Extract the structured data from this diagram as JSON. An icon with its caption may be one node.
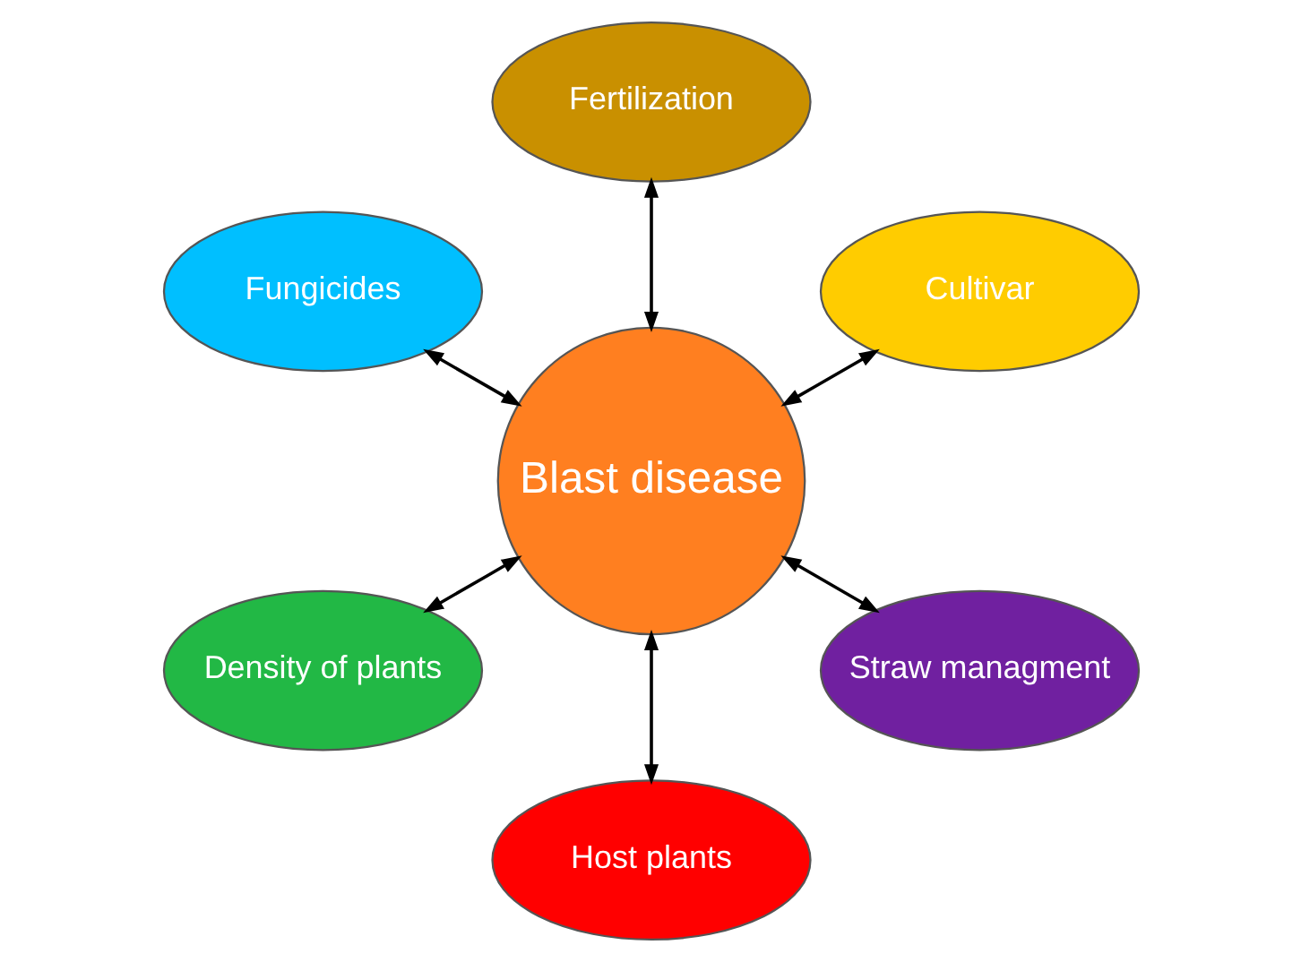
{
  "diagram": {
    "nodes": [
      {
        "text": [
          "Cultivar"
        ]
      },
      {
        "text": [
          "Fertilization"
        ]
      },
      {
        "text": [
          "Fungicides"
        ]
      },
      {
        "text": [
          "Blast disease"
        ]
      },
      {
        "text": [
          "Density of plants"
        ]
      },
      {
        "text": [
          "Host plants"
        ]
      },
      {
        "text": [
          "Straw managment"
        ]
      }
    ],
    "edges": [
      {
        "from": 3,
        "to": 0,
        "arrow": "both"
      },
      {
        "from": 3,
        "to": 1,
        "arrow": "both"
      },
      {
        "from": 3,
        "to": 2,
        "arrow": "both"
      },
      {
        "from": 3,
        "to": 4,
        "arrow": "both"
      },
      {
        "from": 3,
        "to": 5,
        "arrow": "both"
      },
      {
        "from": 3,
        "to": 6,
        "arrow": "both"
      }
    ]
  }
}
